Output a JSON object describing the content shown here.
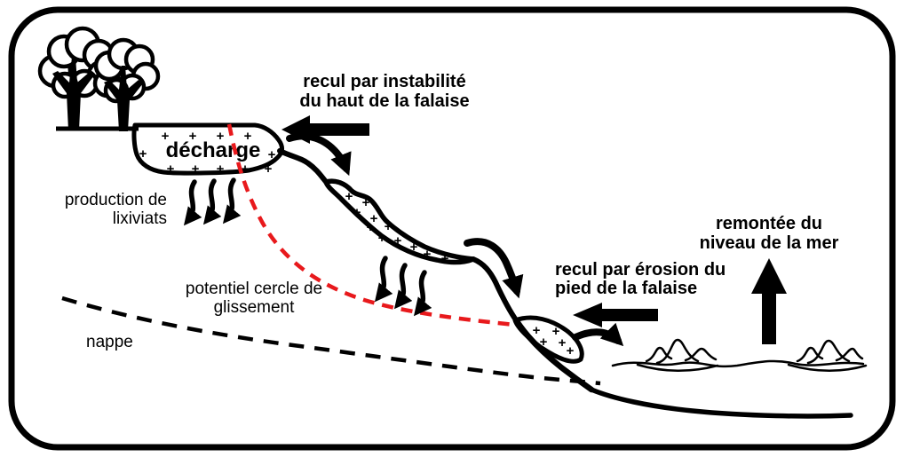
{
  "diagram": {
    "kind": "coastal-cliff-landfill-erosion-schematic",
    "labels": {
      "decharge": "décharge",
      "production_lixiviats_line1": "production de",
      "production_lixiviats_line2": "lixiviats",
      "recul_instabilite_line1": "recul par instabilité",
      "recul_instabilite_line2": "du haut de la falaise",
      "potentiel_cercle_line1": "potentiel cercle de",
      "potentiel_cercle_line2": "glissement",
      "nappe": "nappe",
      "recul_erosion_line1": "recul par érosion du",
      "recul_erosion_line2": "pied de la falaise",
      "remontee_line1": "remontée du",
      "remontee_line2": "niveau de la mer"
    },
    "symbols": {
      "plus": "+"
    },
    "colors": {
      "ink": "#000000",
      "slip_circle_red": "#e8191c",
      "background": "#ffffff"
    }
  }
}
